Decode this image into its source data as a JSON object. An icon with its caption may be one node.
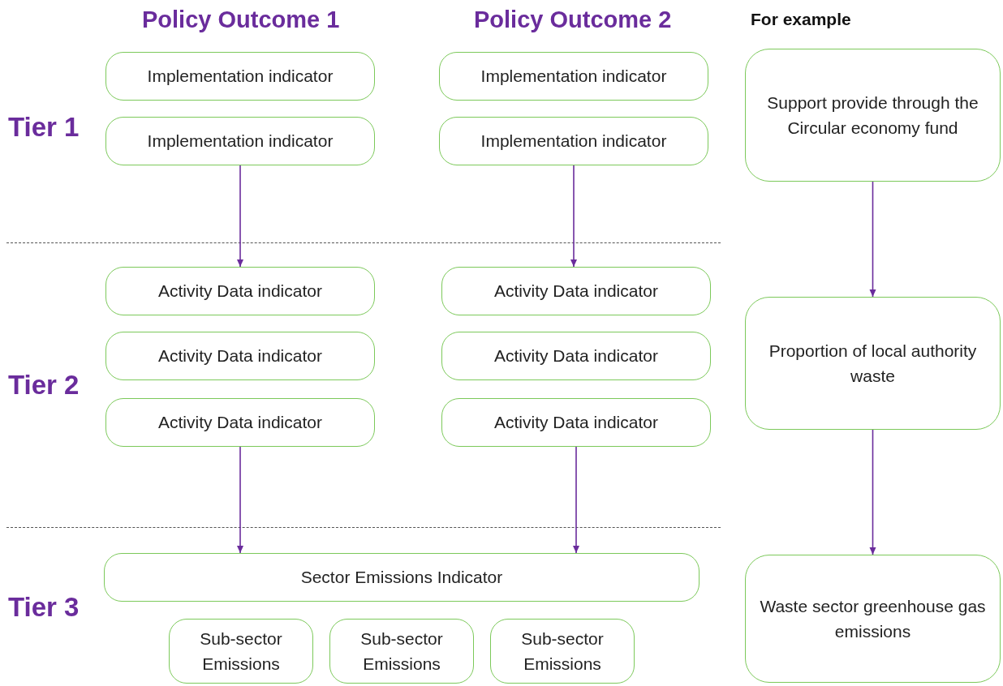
{
  "diagram": {
    "nodes": [
      {
        "text": [
          "Implementation indicator"
        ]
      },
      {
        "text": [
          "Implementation indicator"
        ]
      },
      {
        "text": [
          "Implementation indicator"
        ]
      },
      {
        "text": [
          "Implementation indicator"
        ]
      },
      {
        "text": [
          "Support provide through the Circular economy fund"
        ]
      },
      {
        "text": [
          "Activity Data indicator"
        ]
      },
      {
        "text": [
          "Activity Data indicator"
        ]
      },
      {
        "text": [
          "Activity Data indicator"
        ]
      },
      {
        "text": [
          "Activity Data indicator"
        ]
      },
      {
        "text": [
          "Activity Data indicator"
        ]
      },
      {
        "text": [
          "Activity Data indicator"
        ]
      },
      {
        "text": [
          "Proportion of local authority waste"
        ]
      },
      {
        "text": [
          "Sector Emissions Indicator"
        ]
      },
      {
        "text": [
          "Sub-sector Emissions"
        ]
      },
      {
        "text": [
          "Sub-sector Emissions"
        ]
      },
      {
        "text": [
          "Sub-sector Emissions"
        ]
      },
      {
        "text": [
          "Waste sector greenhouse gas emissions"
        ]
      }
    ],
    "edges": [
      {
        "from": 1,
        "to": 5,
        "arrow": "to"
      },
      {
        "from": 3,
        "to": 8,
        "arrow": "to"
      },
      {
        "from": 4,
        "to": 11,
        "arrow": "to"
      },
      {
        "from": 7,
        "to": 12,
        "arrow": "to"
      },
      {
        "from": 10,
        "to": 12,
        "arrow": "to"
      },
      {
        "from": 11,
        "to": 16,
        "arrow": "to"
      }
    ],
    "labels": [
      "Policy Outcome 1",
      "Policy Outcome 2",
      "For example",
      "Tier 1",
      "Tier 2",
      "Tier 3"
    ]
  }
}
